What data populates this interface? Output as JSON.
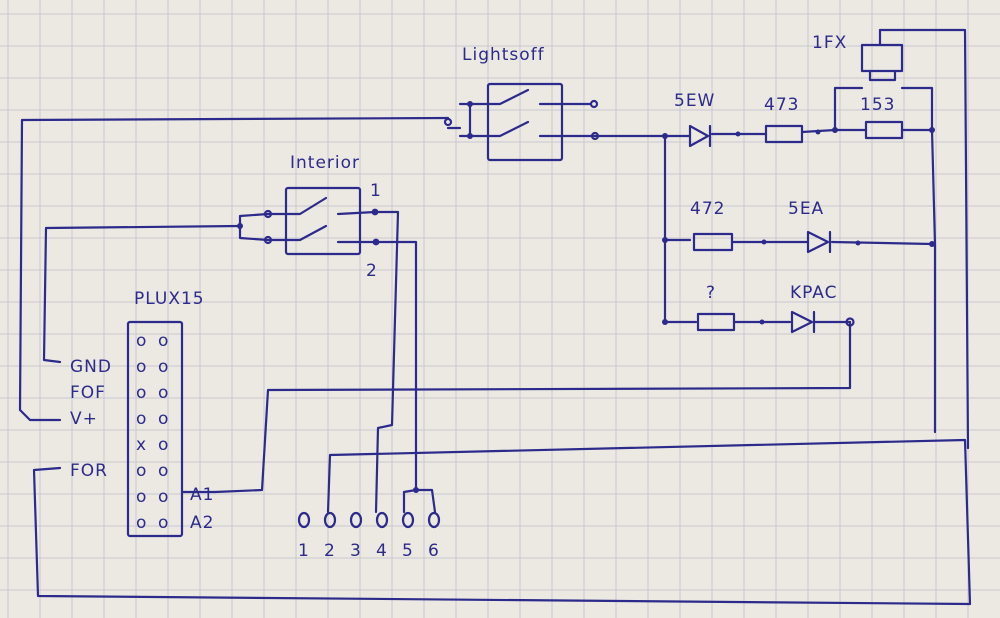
{
  "colors": {
    "paper": "#ece9e3",
    "ink": "#2c2a8a",
    "grid": "#c9c6cf"
  },
  "labels": {
    "lightsoff": "Lightsoff",
    "interior": "Interior",
    "sw_pos1": "1",
    "sw_pos2": "2",
    "connector": "PLUX15",
    "relay": "1FX",
    "res_153": "153",
    "diode_5ew": "5EW",
    "res_473": "473",
    "res_472": "472",
    "diode_5ea": "5EA",
    "res_unknown": "?",
    "diode_kpac": "KPAC",
    "pin_a1": "A1",
    "pin_a2": "A2"
  },
  "connector_pins": [
    {
      "label": "",
      "left": "o",
      "right": "o"
    },
    {
      "label": "GND",
      "left": "o",
      "right": "o"
    },
    {
      "label": "FOF",
      "left": "o",
      "right": "o"
    },
    {
      "label": "V+",
      "left": "o",
      "right": "o"
    },
    {
      "label": "",
      "left": "x",
      "right": "o"
    },
    {
      "label": "FOR",
      "left": "o",
      "right": "o"
    },
    {
      "label": "",
      "left": "o",
      "right": "o"
    },
    {
      "label": "",
      "left": "o",
      "right": "o"
    }
  ],
  "terminals": [
    "1",
    "2",
    "3",
    "4",
    "5",
    "6"
  ]
}
